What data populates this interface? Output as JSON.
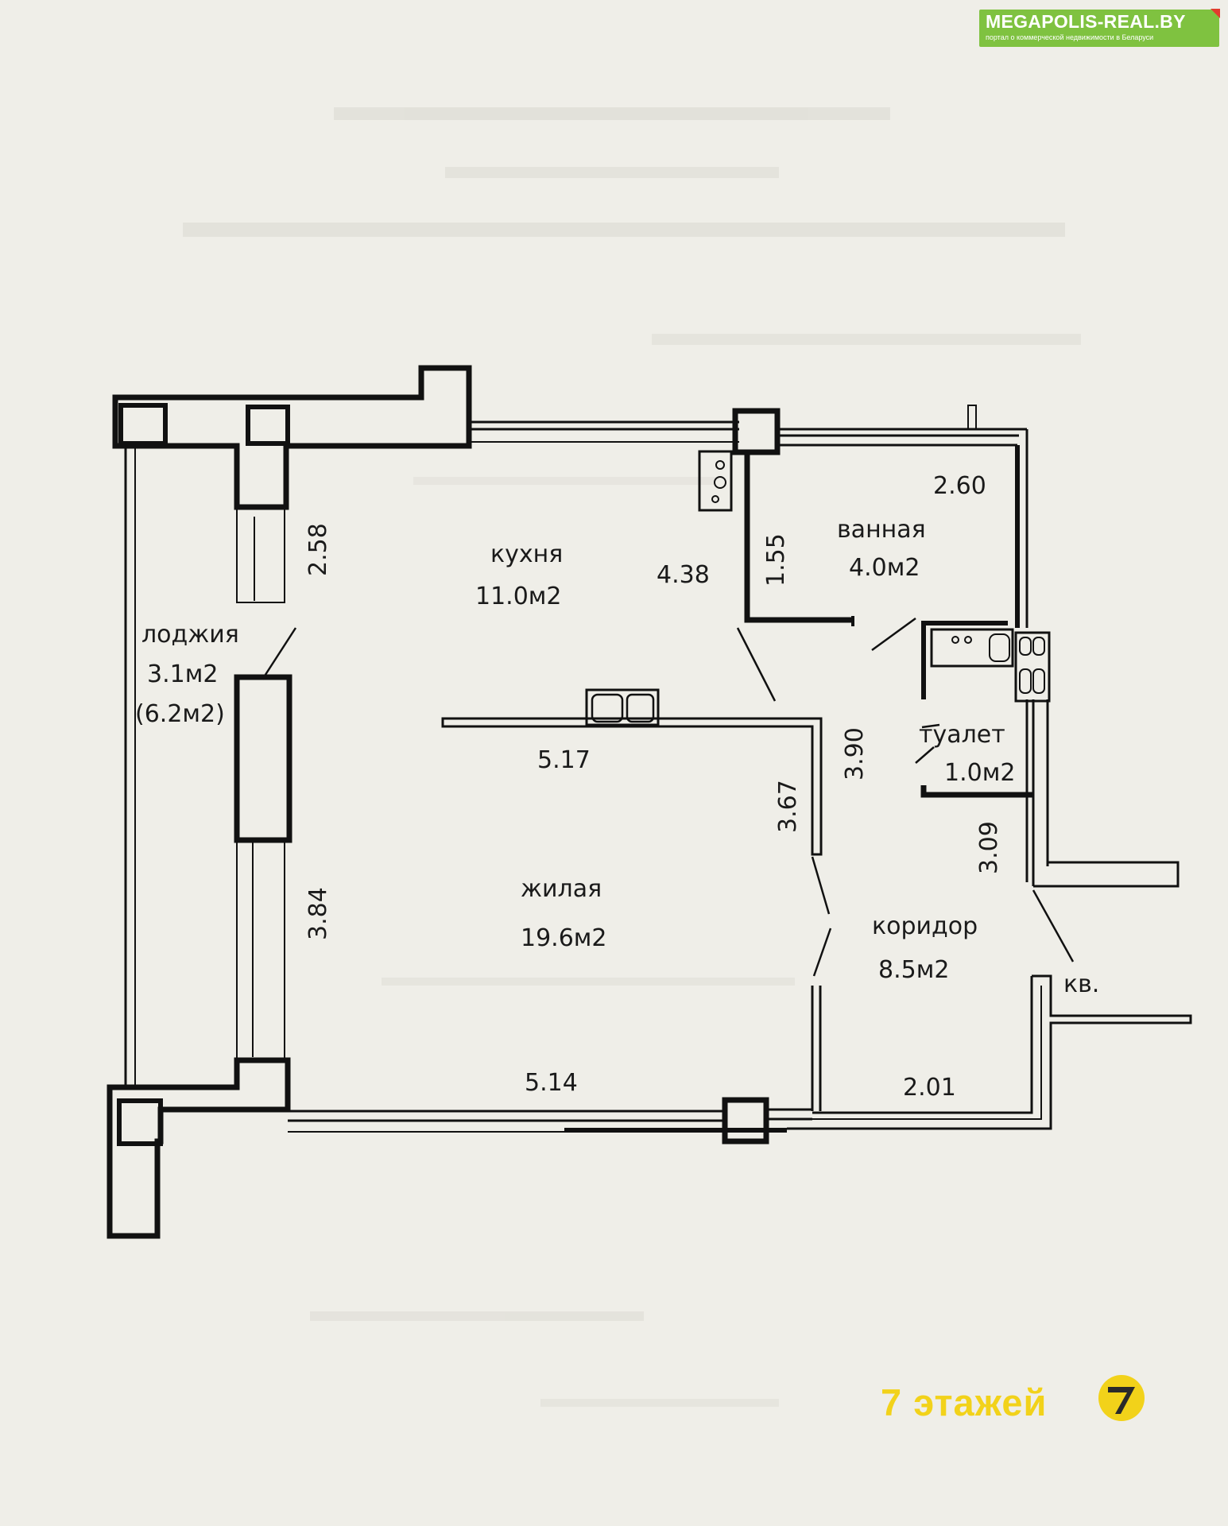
{
  "watermark": {
    "title": "MEGAPOLIS-REAL.BY",
    "subtitle": "портал о коммерческой недвижимости в Беларуси",
    "color": "#7fc240",
    "corner_color": "#e23b2e"
  },
  "plan": {
    "rooms": {
      "kitchen": {
        "name": "кухня",
        "area": "11.0м2"
      },
      "bathroom": {
        "name": "ванная",
        "area": "4.0м2"
      },
      "loggia": {
        "name": "лоджия",
        "area": "3.1м2",
        "area_alt": "(6.2м2)"
      },
      "toilet": {
        "name": "туалет",
        "area": "1.0м2"
      },
      "living": {
        "name": "жилая",
        "area": "19.6м2"
      },
      "corridor": {
        "name": "коридор",
        "area": "8.5м2"
      }
    },
    "dimensions": {
      "loggia_upper": "2.58",
      "loggia_lower": "3.84",
      "kitchen_depth": "4.38",
      "bath_depth": "1.55",
      "bath_width": "2.60",
      "kitchen_width": "5.17",
      "partition_living": "3.67",
      "partition_corridor": "3.90",
      "toilet_side": "3.09",
      "living_width": "5.14",
      "corridor_width": "2.01"
    },
    "entrance_label": "кв.",
    "wall_color": "#111111"
  },
  "floors_badge": {
    "label": "7 этажей",
    "icon": "seven-circle-icon",
    "color": "#f2d21a"
  }
}
